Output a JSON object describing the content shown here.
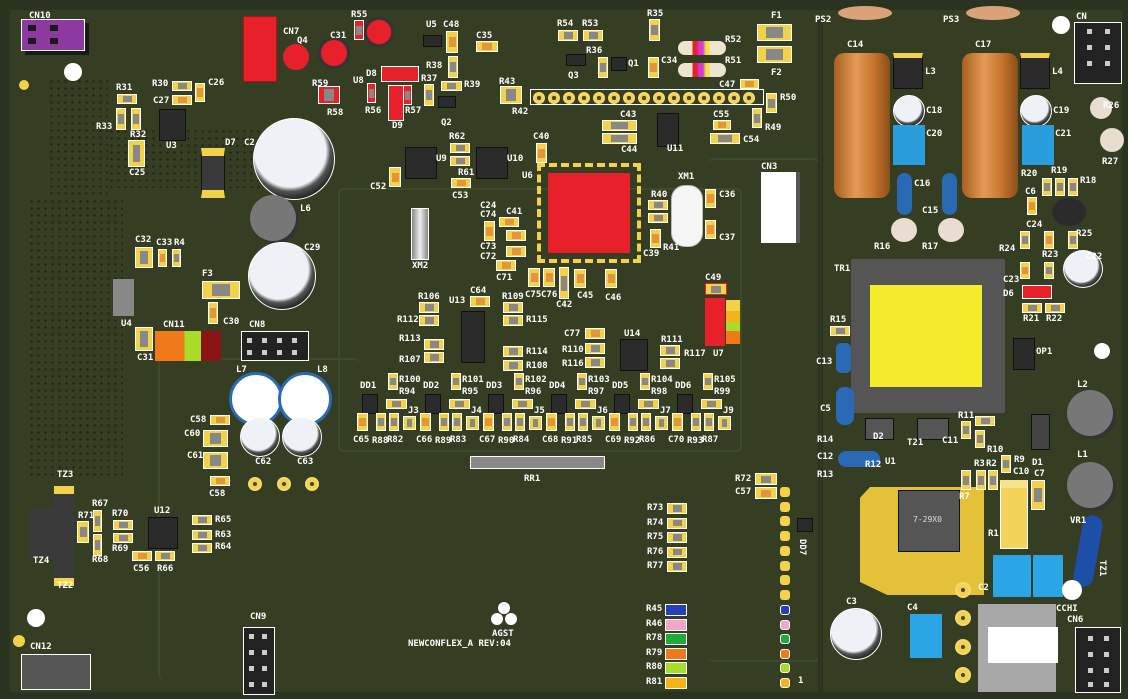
{
  "board": {
    "name": "NEWCONFLEX_A",
    "revision": "REV:04",
    "logo_text": "AGST",
    "pin1_marker": "1",
    "colors": {
      "pcb": "#353d22",
      "pad": "#f2d24a",
      "mcu": "#e8202a",
      "silk": "#ffffff"
    }
  },
  "connectors": {
    "cn10": "CN10",
    "cn7": "CN7",
    "cn3": "CN3",
    "cn8": "CN8",
    "cn11": "CN11",
    "cn9": "CN9",
    "cn12": "CN12",
    "cn6": "CN6",
    "cn_top_right": "CN",
    "cchi": "CCHI",
    "rr1": "RR1"
  },
  "ics": {
    "u3": "U3",
    "u4": "U4",
    "u5": "U5",
    "u6": "U6",
    "u7": "U7",
    "u8": "U8",
    "u9": "U9",
    "u10": "U10",
    "u11": "U11",
    "u12": "U12",
    "u13": "U13",
    "u14": "U14",
    "u1": "U1",
    "op1": "OP1",
    "tr1": "TR1",
    "q1": "Q1",
    "q2": "Q2",
    "q3": "Q3",
    "q4": "Q4",
    "xm1": "XM1",
    "xm2": "XM2",
    "vr1": "VR1",
    "u1_marking": "7-29X0"
  },
  "power": {
    "ps2": "PS2",
    "ps3": "PS3",
    "l1": "L1",
    "l2": "L2",
    "l3": "L3",
    "l4": "L4",
    "l6": "L6",
    "l7": "L7",
    "l8": "L8",
    "f1": "F1",
    "f2": "F2",
    "f3": "F3",
    "d1": "D1",
    "d2": "D2",
    "d6": "D6",
    "d7": "D7",
    "d8": "D8",
    "d9": "D9",
    "tz2": "TZ2",
    "tz3": "TZ3",
    "tz4": "TZ4",
    "tz1": "TZ1",
    "t21": "T21"
  },
  "capacitors": {
    "c2": "C2",
    "c3": "C3",
    "c4": "C4",
    "c5": "C5",
    "c6": "C6",
    "c7": "C7",
    "c10": "C10",
    "c11": "C11",
    "c12": "C12",
    "c13": "C13",
    "c14": "C14",
    "c15": "C15",
    "c16": "C16",
    "c17": "C17",
    "c18": "C18",
    "c19": "C19",
    "c20": "C20",
    "c21": "C21",
    "c22": "C22",
    "c23": "C23",
    "c24": "C24",
    "c25": "C25",
    "c26": "C26",
    "c27": "C27",
    "c29": "C29",
    "c30": "C30",
    "c31": "C31",
    "c32": "C32",
    "c33": "C33",
    "c34": "C34",
    "c35": "C35",
    "c36": "C36",
    "c37": "C37",
    "c39": "C39",
    "c40": "C40",
    "c41": "C41",
    "c42": "C42",
    "c43": "C43",
    "c44": "C44",
    "c45": "C45",
    "c46": "C46",
    "c47": "C47",
    "c48": "C48",
    "c49": "C49",
    "c52": "C52",
    "c53": "C53",
    "c54": "C54",
    "c55": "C55",
    "c56": "C56",
    "c57": "C57",
    "c58": "C58",
    "c59": "C58",
    "c60": "C60",
    "c61": "C61",
    "c62": "C62",
    "c63": "C63",
    "c64": "C64",
    "c65": "C65",
    "c66": "C66",
    "c67": "C67",
    "c68": "C68",
    "c69": "C69",
    "c70": "C70",
    "c71": "C71",
    "c72": "C72",
    "c73": "C73",
    "c74": "C74",
    "c75": "C75",
    "c76": "C76",
    "c77": "C77",
    "c31b": "C31",
    "c20b": "C20"
  },
  "resistors": {
    "r1": "R1",
    "r2": "R2",
    "r3": "R3",
    "r4": "R4",
    "r7": "R7",
    "r9": "R9",
    "r10": "R10",
    "r11": "R11",
    "r12": "R12",
    "r13": "R13",
    "r14": "R14",
    "r15": "R15",
    "r16": "R16",
    "r17": "R17",
    "r18": "R18",
    "r19": "R19",
    "r20": "R20",
    "r21": "R21",
    "r22": "R22",
    "r23": "R23",
    "r24": "R24",
    "r25": "R25",
    "r26": "R26",
    "r27": "R27",
    "r30": "R30",
    "r31": "R31",
    "r32": "R32",
    "r33": "R33",
    "r35": "R35",
    "r36": "R36",
    "r37": "R37",
    "r38": "R38",
    "r39": "R39",
    "r40": "R40",
    "r41": "R41",
    "r42": "R42",
    "r43": "R43",
    "r49": "R49",
    "r50": "R50",
    "r51": "R51",
    "r52": "R52",
    "r53": "R53",
    "r54": "R54",
    "r55": "R55",
    "r56": "R56",
    "r57": "R57",
    "r58": "R58",
    "r59": "R59",
    "r61": "R61",
    "r62": "R62",
    "r63": "R63",
    "r64": "R64",
    "r65": "R65",
    "r66": "R66",
    "r67": "R67",
    "r68": "R68",
    "r69": "R69",
    "r70": "R70",
    "r71": "R71",
    "r72": "R72",
    "r73": "R73",
    "r74": "R74",
    "r75": "R75",
    "r76": "R76",
    "r77": "R77",
    "r82": "R82",
    "r83": "R83",
    "r84": "R84",
    "r85": "R85",
    "r86": "R86",
    "r87": "R87",
    "r88": "R88",
    "r89": "R89",
    "r90": "R90",
    "r91": "R91",
    "r92": "R92",
    "r93": "R93",
    "r94": "R94",
    "r95": "R95",
    "r96": "R96",
    "r97": "R97",
    "r98": "R98",
    "r99": "R99",
    "r100": "R100",
    "r101": "R101",
    "r102": "R102",
    "r103": "R103",
    "r104": "R104",
    "r105": "R105",
    "r106": "R106",
    "r107": "R107",
    "r108": "R108",
    "r109": "R109",
    "r110": "R110",
    "r111": "R111",
    "r112": "R112",
    "r113": "R113",
    "r114": "R114",
    "r115": "R115",
    "r116": "R116",
    "r117": "R117"
  },
  "io_channels": [
    {
      "dd": "DD1",
      "c": "C65",
      "ra": "R88",
      "rb": "R82",
      "j": "J3",
      "rt": "R100",
      "rm": "R94"
    },
    {
      "dd": "DD2",
      "c": "C66",
      "ra": "R89",
      "rb": "R83",
      "j": "J4",
      "rt": "R101",
      "rm": "R95"
    },
    {
      "dd": "DD3",
      "c": "C67",
      "ra": "R90",
      "rb": "R84",
      "j": "J5",
      "rt": "R102",
      "rm": "R96"
    },
    {
      "dd": "DD4",
      "c": "C68",
      "ra": "R91",
      "rb": "R85",
      "j": "J6",
      "rt": "R103",
      "rm": "R97"
    },
    {
      "dd": "DD5",
      "c": "C69",
      "ra": "R92",
      "rb": "R86",
      "j": "J7",
      "rt": "R104",
      "rm": "R98"
    },
    {
      "dd": "DD6",
      "c": "C70",
      "ra": "R93",
      "rb": "R87",
      "j": "J9",
      "rt": "R105",
      "rm": "R99"
    }
  ],
  "led_resistors": [
    {
      "label": "R45",
      "color": "#2740b8"
    },
    {
      "label": "R46",
      "color": "#f2a6c8"
    },
    {
      "label": "R78",
      "color": "#1faa3c"
    },
    {
      "label": "R79",
      "color": "#f07a1a"
    },
    {
      "label": "R80",
      "color": "#a8dc28"
    },
    {
      "label": "R81",
      "color": "#f7b21a"
    }
  ],
  "dd7": "DD7"
}
